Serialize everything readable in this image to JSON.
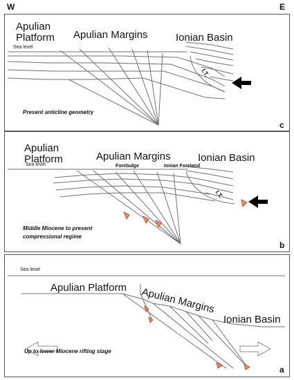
{
  "directions": {
    "west": "W",
    "east": "E"
  },
  "panels": {
    "c": {
      "letter": "c",
      "caption": "Present anticline geometry",
      "labels": {
        "platform_line1": "Apulian",
        "platform_line2": "Platform",
        "margins": "Apulian Margins",
        "basin": "Ionian Basin",
        "sea_level": "Sea level",
        "thrust": "I.T."
      }
    },
    "b": {
      "letter": "b",
      "caption_line1": "Middle Miocene to present",
      "caption_line2": "compressional regime",
      "labels": {
        "platform_line1": "Apulian",
        "platform_line2": "Platform",
        "margins": "Apulian Margins",
        "basin": "Ionian Basin",
        "sea_level": "Sea level",
        "forebulge": "Forebulge",
        "foreland": "Ionian Foreland",
        "thrust": "I.T."
      }
    },
    "a": {
      "letter": "a",
      "caption": "Up to lower Miocene rifting stage",
      "labels": {
        "sea_level": "Sea level",
        "platform": "Apulian Platform",
        "margins": "Apulian Margins",
        "basin": "Ionian Basin"
      }
    }
  },
  "colors": {
    "line": "#6f6f6f",
    "fault_fill": "#f08a5d",
    "fault_stroke": "#c0392b",
    "arrow": "#000000"
  }
}
